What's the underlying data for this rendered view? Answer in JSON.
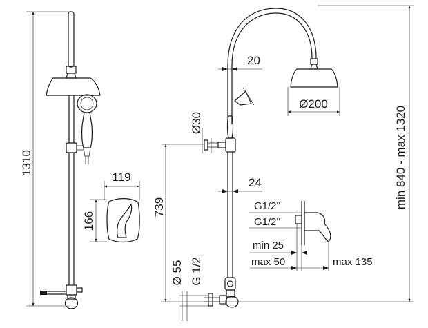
{
  "dimensions": {
    "total_height": "1310",
    "plate_width": "119",
    "plate_height": "166",
    "height_739": "739",
    "outlet_diameter": "Ø 55",
    "outlet_thread": "G 1/2",
    "arm_diameter": "Ø30",
    "pipe_offset": "20",
    "pipe_width": "24",
    "head_diameter": "Ø200",
    "height_range": "min 840 - max 1320",
    "thread_a": "G1/2''",
    "thread_b": "G1/2''",
    "min_depth": "min 25",
    "max_depth": "max 50",
    "max_projection": "max 135"
  }
}
